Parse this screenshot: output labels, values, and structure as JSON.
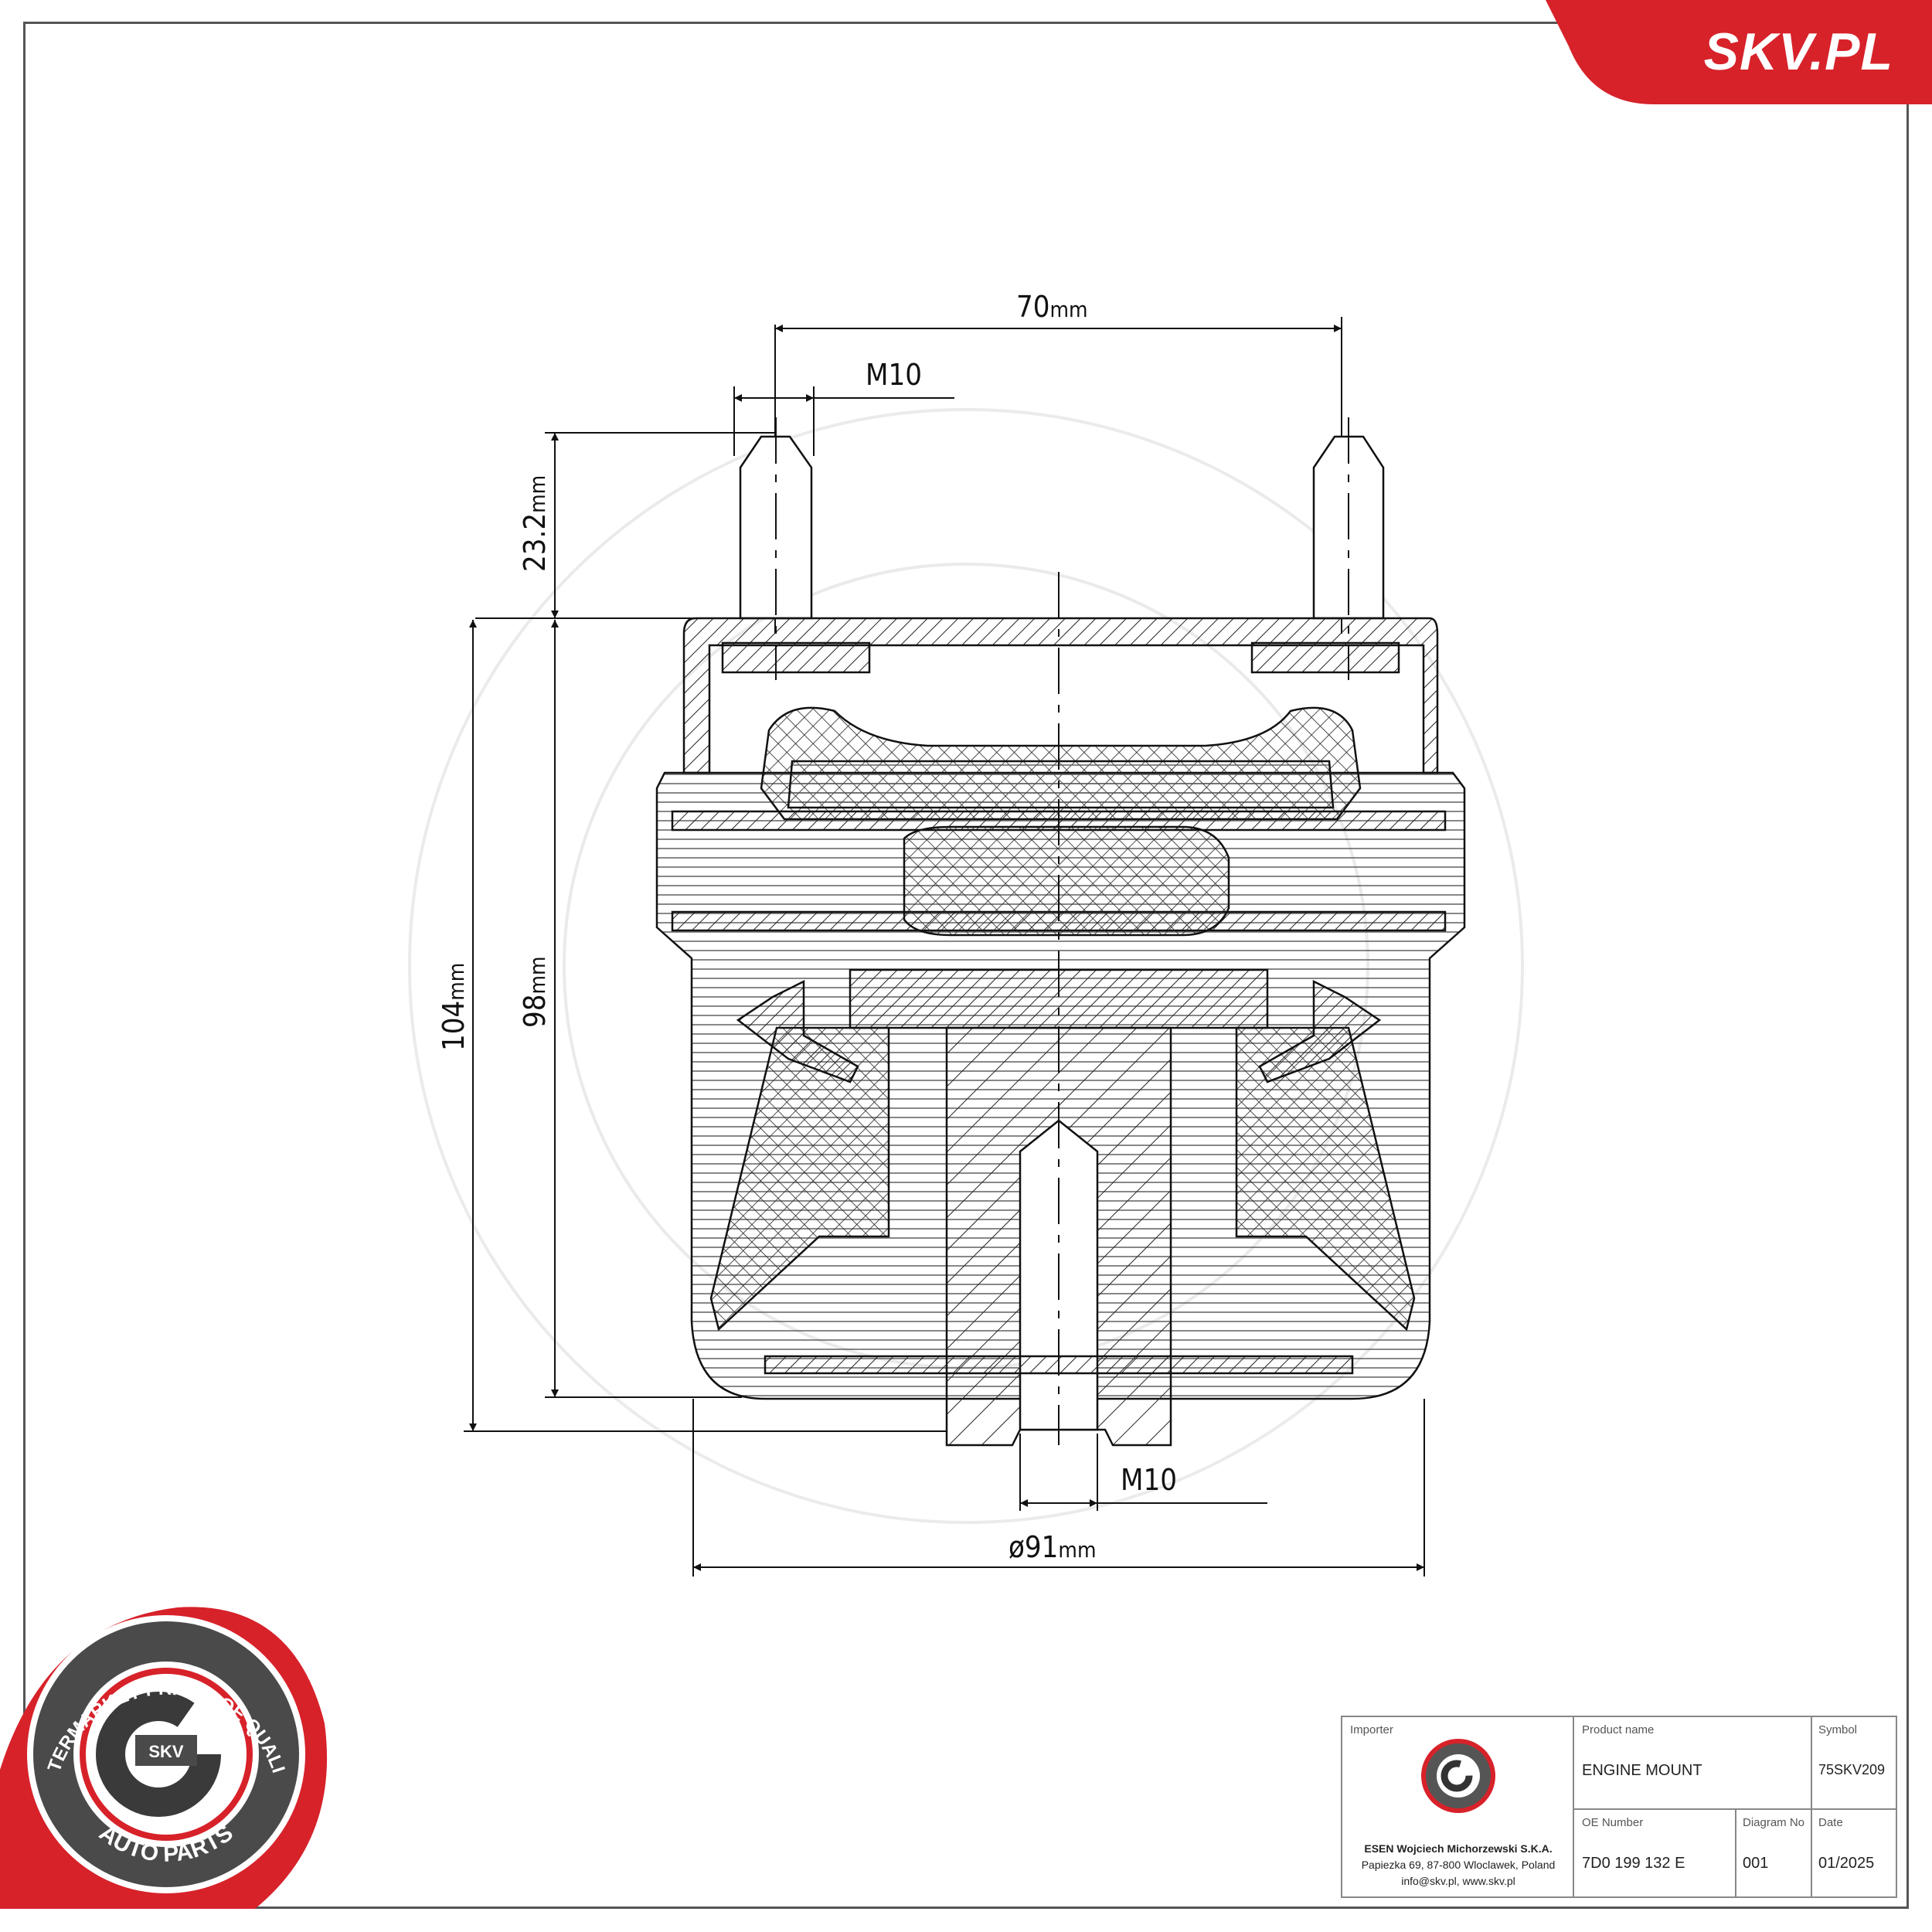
{
  "brand": {
    "site": "SKV.PL",
    "seal_top": "AFTERMARKET PRICE · OE QUALITY",
    "seal_bottom": "AUTO PARTS",
    "seal_center": "SKV",
    "accent": "#d7222a"
  },
  "dimensions": {
    "stud_spacing": "70",
    "stud_spacing_unit": "mm",
    "top_thread": "M10",
    "stud_height": "23.2",
    "stud_height_unit": "mm",
    "overall_height": "104",
    "overall_height_unit": "mm",
    "body_height": "98",
    "body_height_unit": "mm",
    "bottom_thread": "M10",
    "diameter": "ø91",
    "diameter_unit": "mm"
  },
  "title_block": {
    "importer_label": "Importer",
    "importer_name": "ESEN Wojciech Michorzewski S.K.A.",
    "importer_address": "Papiezka 69, 87-800 Wloclawek, Poland",
    "importer_contact": "info@skv.pl, www.skv.pl",
    "product_label": "Product name",
    "product_value": "ENGINE MOUNT",
    "symbol_label": "Symbol",
    "symbol_value": "75SKV209",
    "oe_label": "OE Number",
    "oe_value": "7D0 199 132 E",
    "diagram_label": "Diagram No",
    "diagram_value": "001",
    "date_label": "Date",
    "date_value": "01/2025"
  }
}
